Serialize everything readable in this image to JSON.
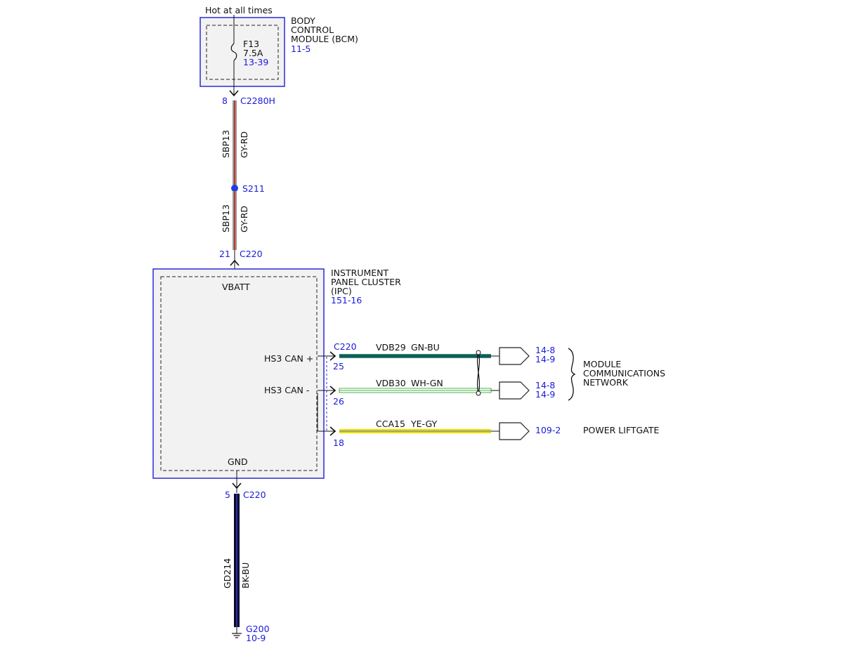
{
  "colors": {
    "module_border": "#2b2bd6",
    "module_fill": "#f2f2f2",
    "reference": "#1a1adb",
    "wire_gy_rd_outer": "#9a9a9a",
    "wire_gy_rd_inner": "#c0392b",
    "wire_gn_bu": "#1e8a3a",
    "wire_gn_bu_stripe": "#1f2fb0",
    "wire_wh_gn": "#48b048",
    "wire_ye_gy": "#e8e000",
    "wire_ye_gy_stripe": "#8a8a8a",
    "wire_bk_bu": "#0a0a28",
    "wire_bk_bu_stripe": "#2233aa",
    "splice": "#1f3fe0"
  },
  "power": {
    "label": "Hot at all times"
  },
  "bcm": {
    "name_lines": [
      "BODY",
      "CONTROL",
      "MODULE (BCM)"
    ],
    "ref": "11-5",
    "fuse": {
      "id": "F13",
      "rating": "7.5A",
      "ref": "13-39",
      "icon": "fuse-icon"
    },
    "connector": {
      "pin": "8",
      "id": "C2280H"
    }
  },
  "wire_sbp13_upper": {
    "circuit": "SBP13",
    "color": "GY-RD"
  },
  "splice": {
    "id": "S211"
  },
  "wire_sbp13_lower": {
    "circuit": "SBP13",
    "color": "GY-RD"
  },
  "ipc_power_connector": {
    "pin": "21",
    "id": "C220"
  },
  "ipc": {
    "name_lines": [
      "INSTRUMENT",
      "PANEL CLUSTER",
      "(IPC)"
    ],
    "ref": "151-16",
    "vbatt": "VBATT",
    "gnd": "GND",
    "can_plus": "HS3 CAN +",
    "can_minus": "HS3 CAN -"
  },
  "can_connector": {
    "id": "C220"
  },
  "wire_vdb29": {
    "pin": "25",
    "circuit": "VDB29",
    "color": "GN-BU",
    "refs": [
      "14-8",
      "14-9"
    ]
  },
  "wire_vdb30": {
    "pin": "26",
    "circuit": "VDB30",
    "color": "WH-GN",
    "refs": [
      "14-8",
      "14-9"
    ]
  },
  "network": {
    "label_lines": [
      "MODULE",
      "COMMUNICATIONS",
      "NETWORK"
    ]
  },
  "wire_cca15": {
    "pin": "18",
    "circuit": "CCA15",
    "color": "YE-GY",
    "ref": "109-2",
    "destination": "POWER LIFTGATE"
  },
  "ground_connector": {
    "pin": "5",
    "id": "C220"
  },
  "wire_gd214": {
    "circuit": "GD214",
    "color": "BK-BU"
  },
  "ground": {
    "id": "G200",
    "ref": "10-9",
    "icon": "ground-icon"
  }
}
